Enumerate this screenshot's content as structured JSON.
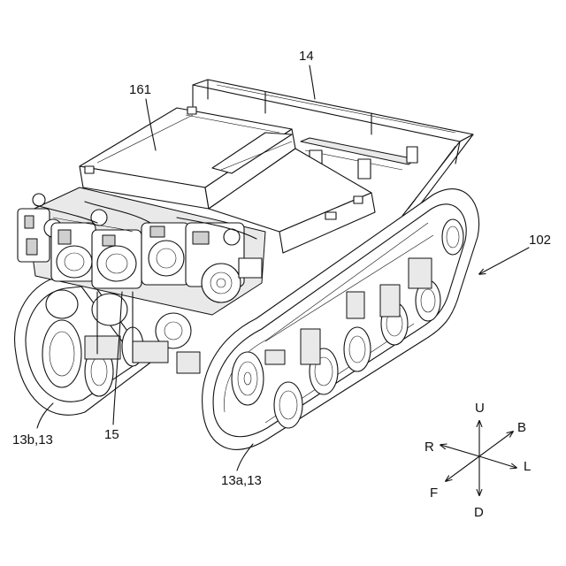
{
  "labels": {
    "ref_14": "14",
    "ref_161": "161",
    "ref_102": "102",
    "ref_15": "15",
    "ref_13b": "13b,13",
    "ref_13a": "13a,13"
  },
  "compass": {
    "up": "U",
    "down": "D",
    "front": "F",
    "back": "B",
    "left": "L",
    "right": "R"
  }
}
